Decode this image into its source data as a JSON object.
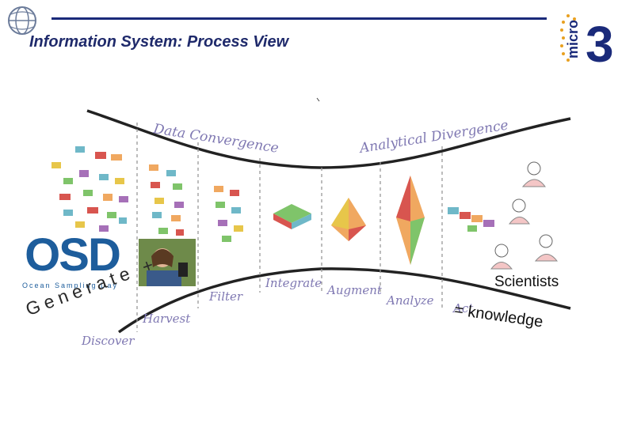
{
  "header": {
    "title": "Information System: Process View"
  },
  "diagram": {
    "stages_top": [
      "Data Convergence",
      "Analytical Divergence"
    ],
    "stages_bottom": [
      "Discover",
      "Harvest",
      "Filter",
      "Integrate",
      "Augment",
      "Analyze",
      "Act"
    ],
    "scientists_label": "Scientists",
    "generate_label": "Generate +",
    "knowledge_label": "= knowledge",
    "osd_logo": {
      "text": "OSD",
      "subtitle": "Ocean Sampling Day"
    },
    "partner_logo_text": "micro",
    "partner_logo_number": "3",
    "colors": {
      "curve": "#222222",
      "handwriting": "#7f78b2",
      "divider": "#999999",
      "title": "#1f2a6b",
      "osd_blue": "#1d5d9c",
      "scientist": "#f4c6c6"
    }
  }
}
